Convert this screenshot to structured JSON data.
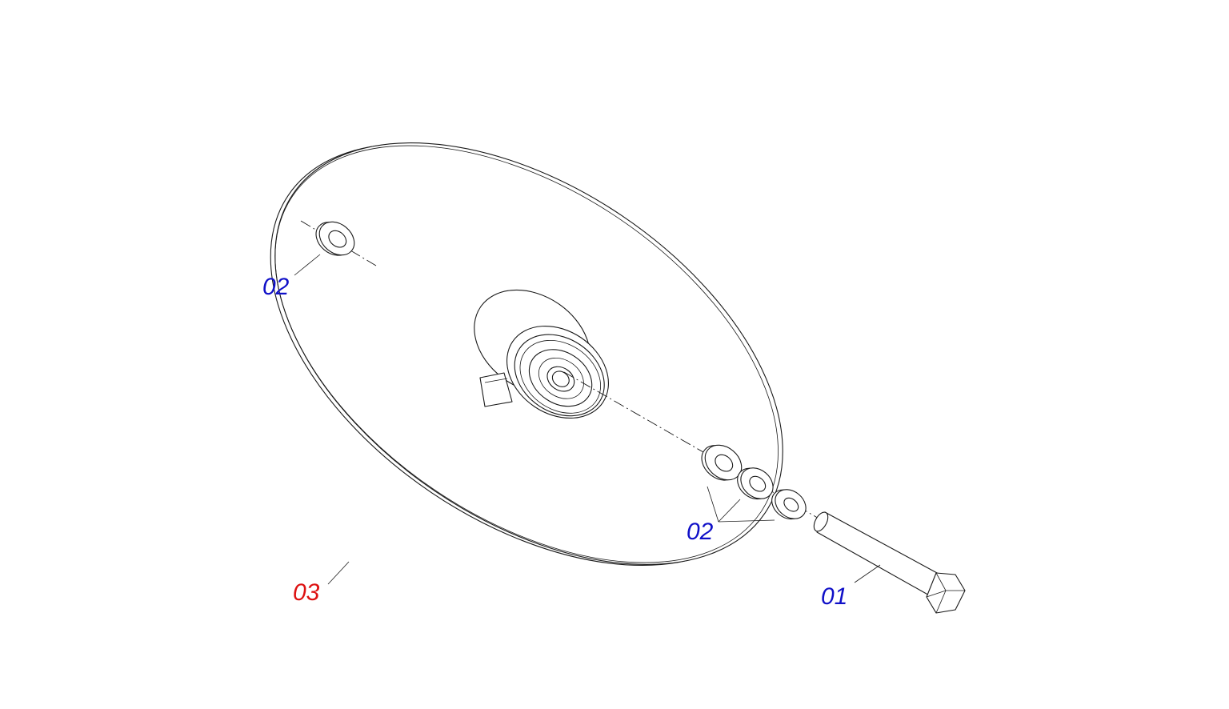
{
  "diagram": {
    "type": "exploded-parts-view",
    "colors": {
      "line": "#1a1a1a",
      "callout_primary": "#1010c8",
      "callout_highlight": "#dd1111",
      "background": "#ffffff"
    },
    "callouts": [
      {
        "id": "c1",
        "text": "02",
        "color": "#1010c8"
      },
      {
        "id": "c2",
        "text": "02",
        "color": "#1010c8"
      },
      {
        "id": "c3",
        "text": "01",
        "color": "#1010c8"
      },
      {
        "id": "c4",
        "text": "03",
        "color": "#dd1111"
      }
    ]
  }
}
